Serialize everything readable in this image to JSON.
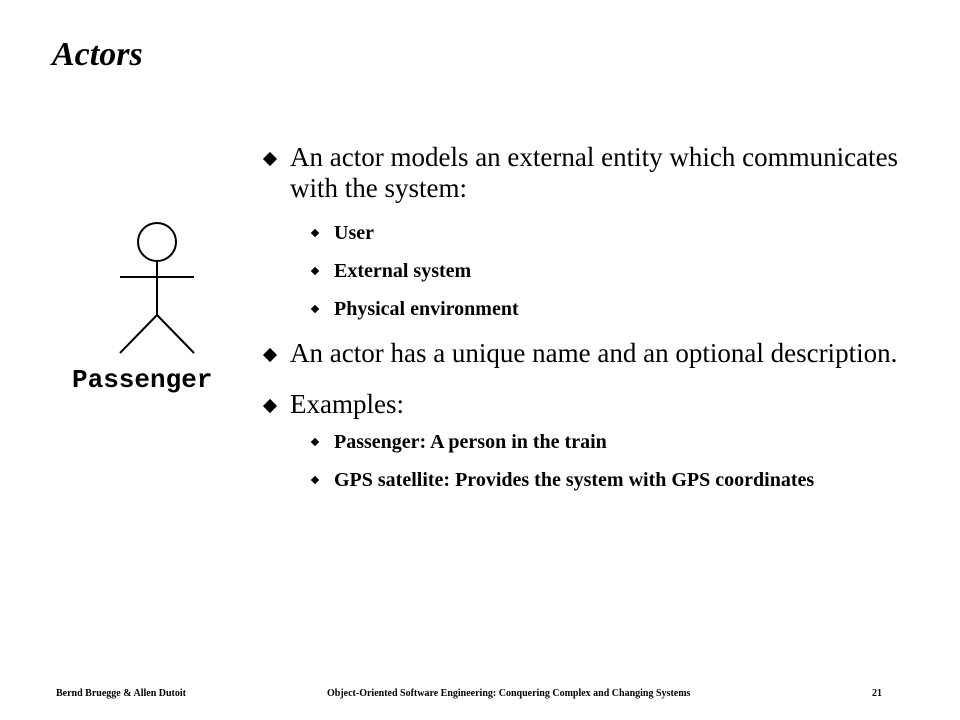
{
  "slide": {
    "title": "Actors",
    "actor_label": "Passenger",
    "bullets": [
      {
        "text": "An actor models an external entity which communicates with the system:",
        "sub": [
          "User",
          "External system",
          "Physical environment"
        ]
      },
      {
        "text": "An actor has a unique name and an optional description.",
        "sub": []
      },
      {
        "text": "Examples:",
        "sub": [
          "Passenger: A person in the train",
          "GPS satellite: Provides the system with  GPS coordinates"
        ]
      }
    ]
  },
  "footer": {
    "authors": "Bernd Bruegge & Allen Dutoit",
    "book": "Object-Oriented Software Engineering: Conquering Complex and Changing Systems",
    "page": "21"
  }
}
